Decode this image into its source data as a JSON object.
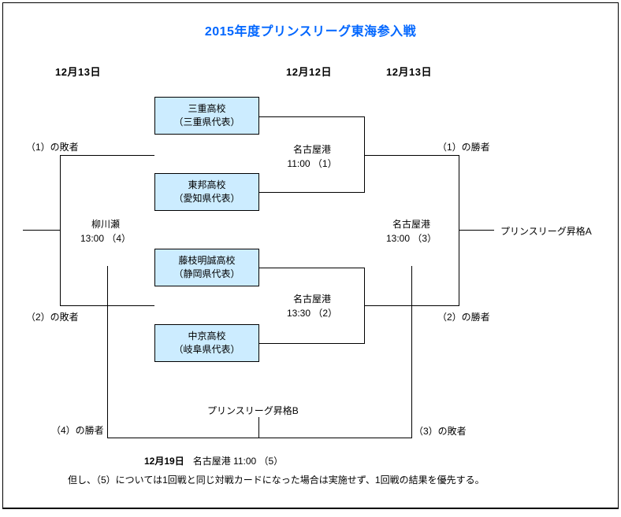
{
  "colors": {
    "title_blue": "#0066FF",
    "team_box_fill": "#CCECFF",
    "line_color": "#000000"
  },
  "title": "2015年度プリンスリーグ東海参入戦",
  "column_dates": [
    {
      "label": "12月13日"
    },
    {
      "label": "12月12日"
    },
    {
      "label": "12月13日"
    }
  ],
  "teams": [
    {
      "name": "三重高校",
      "prefecture": "（三重県代表）"
    },
    {
      "name": "東邦高校",
      "prefecture": "（愛知県代表）"
    },
    {
      "name": "藤枝明誠高校",
      "prefecture": "（静岡県代表）"
    },
    {
      "name": "中京高校",
      "prefecture": "（岐阜県代表）"
    }
  ],
  "matches": {
    "m1": {
      "venue": "名古屋港",
      "time": "11:00 （1）"
    },
    "m2": {
      "venue": "名古屋港",
      "time": "13:30 （2）"
    },
    "m3": {
      "venue": "名古屋港",
      "time": "13:00 （3）"
    },
    "m4": {
      "venue": "柳川瀬",
      "time": "13:00 （4）"
    },
    "m5": {
      "date": "12月19日",
      "detail": "名古屋港 11:00 （5）"
    }
  },
  "labels": {
    "loser1": "（1）の敗者",
    "loser2": "（2）の敗者",
    "winner1": "（1）の勝者",
    "winner2": "（2）の勝者",
    "winner4": "（4）の勝者",
    "loser3": "（3）の敗者",
    "promotion_a": "プリンスリーグ昇格A",
    "promotion_b": "プリンスリーグ昇格B"
  },
  "note": "但し、（5）については1回戦と同じ対戦カードになった場合は実施せず、1回戦の結果を優先する。"
}
